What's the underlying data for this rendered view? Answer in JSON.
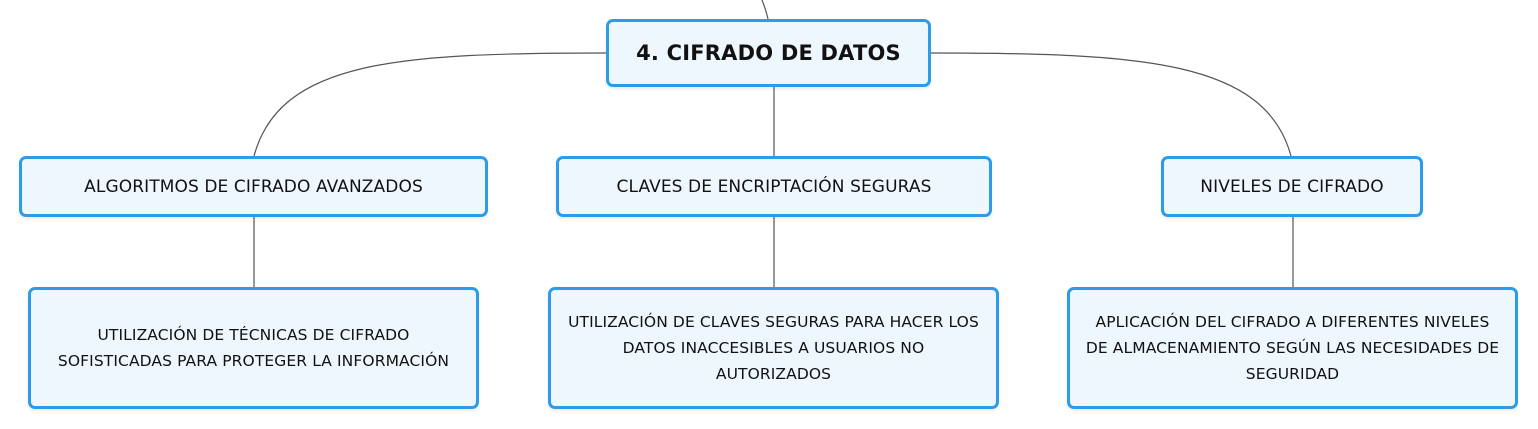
{
  "root": {
    "label": "4. CIFRADO DE DATOS"
  },
  "branches": [
    {
      "title": "ALGORITMOS DE CIFRADO AVANZADOS",
      "detail_lines": [
        "UTILIZACIÓN DE TÉCNICAS DE CIFRADO",
        "SOFISTICADAS PARA PROTEGER LA INFORMACIÓN"
      ]
    },
    {
      "title": "CLAVES DE ENCRIPTACIÓN SEGURAS",
      "detail_lines": [
        "UTILIZACIÓN DE CLAVES SEGURAS PARA HACER LOS",
        "DATOS INACCESIBLES A USUARIOS NO",
        "AUTORIZADOS"
      ]
    },
    {
      "title": "NIVELES DE CIFRADO",
      "detail_lines": [
        "APLICACIÓN DEL CIFRADO A DIFERENTES NIVELES",
        "DE ALMACENAMIENTO SEGÚN LAS NECESIDADES DE",
        "SEGURIDAD"
      ]
    }
  ],
  "colors": {
    "node_border": "#2e9be8",
    "node_fill": "#eef7fe",
    "connector": "#555555",
    "text": "#111111"
  }
}
